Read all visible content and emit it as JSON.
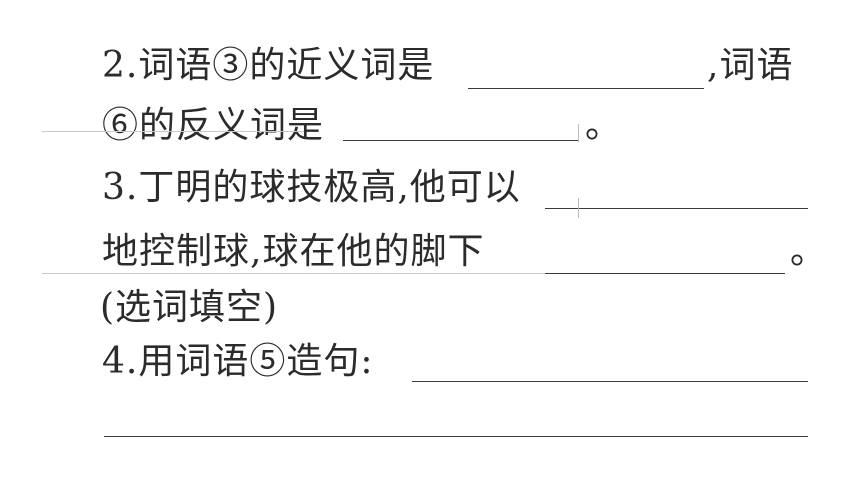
{
  "questions": {
    "q2": {
      "line1_prefix": "2.词语③的近义词是",
      "line1_suffix": ",词语",
      "line2_prefix": "⑥的反义词是",
      "line2_suffix": "。"
    },
    "q3": {
      "line1_prefix": "3.丁明的球技极高,他可以",
      "line2_prefix": "地控制球,球在他的脚下",
      "line2_suffix": "。",
      "line3": "(选词填空)"
    },
    "q4": {
      "line1_prefix": "4.用词语⑤造句:"
    }
  }
}
